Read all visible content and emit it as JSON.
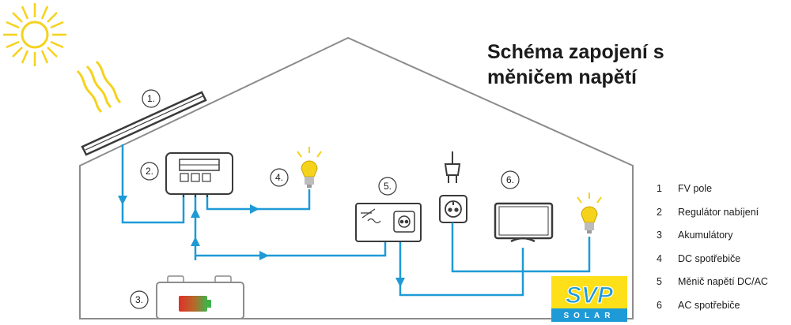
{
  "title_line1": "Schéma zapojení s",
  "title_line2": "měničem napětí",
  "markers": [
    "1.",
    "2.",
    "3.",
    "4.",
    "5.",
    "6."
  ],
  "legend": [
    {
      "num": "1",
      "label": "FV pole"
    },
    {
      "num": "2",
      "label": "Regulátor nabíjení"
    },
    {
      "num": "3",
      "label": "Akumulátory"
    },
    {
      "num": "4",
      "label": "DC spotřebiče"
    },
    {
      "num": "5",
      "label": "Měnič napětí DC/AC"
    },
    {
      "num": "6",
      "label": "AC spotřebiče"
    }
  ],
  "logo": {
    "main": "SVP",
    "sub": "SOLAR"
  },
  "colors": {
    "wire": "#1e9ad6",
    "outline": "#8c8c8c",
    "sun": "#f5d21c",
    "logo_bg": "#fde01a",
    "logo_text": "#1e9ad6"
  }
}
